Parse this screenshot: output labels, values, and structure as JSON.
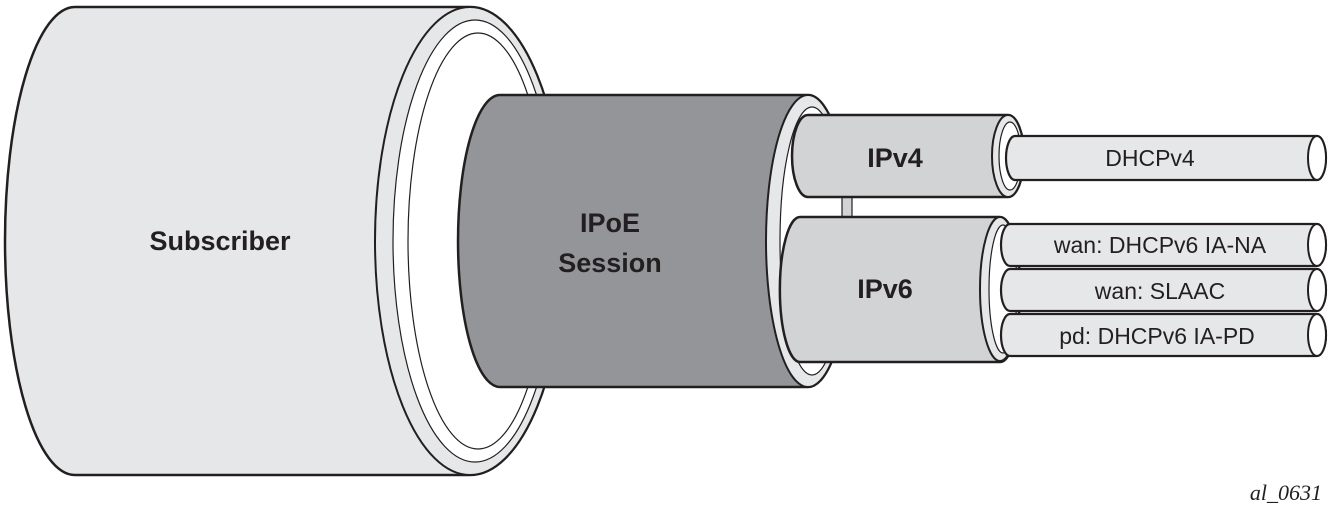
{
  "diagram": {
    "subscriber": {
      "label": "Subscriber"
    },
    "session": {
      "label_line1": "IPoE",
      "label_line2": "Session"
    },
    "ipv4": {
      "label": "IPv4",
      "children": [
        {
          "label": "DHCPv4"
        }
      ]
    },
    "ipv6": {
      "label": "IPv6",
      "children": [
        {
          "label": "wan: DHCPv6 IA-NA"
        },
        {
          "label": "wan: SLAAC"
        },
        {
          "label": "pd: DHCPv6 IA-PD"
        }
      ]
    },
    "figure_ref": "al_0631"
  },
  "colors": {
    "outline": "#231f20",
    "subscriber_fill": "#e6e7e8",
    "session_fill": "#939598",
    "ip_fill": "#d1d3d4",
    "tube_fill": "#e6e7e8",
    "background": "#ffffff"
  }
}
